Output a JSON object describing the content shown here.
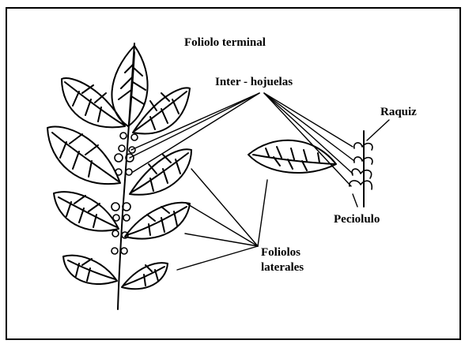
{
  "diagram": {
    "labels": {
      "terminal_leaflet": "Foliolo terminal",
      "inter_leaflets": "Inter - hojuelas",
      "rachis": "Raquiz",
      "petiolule": "Peciolulo",
      "lateral_leaflets_line1": "Foliolos",
      "lateral_leaflets_line2": "laterales"
    }
  }
}
